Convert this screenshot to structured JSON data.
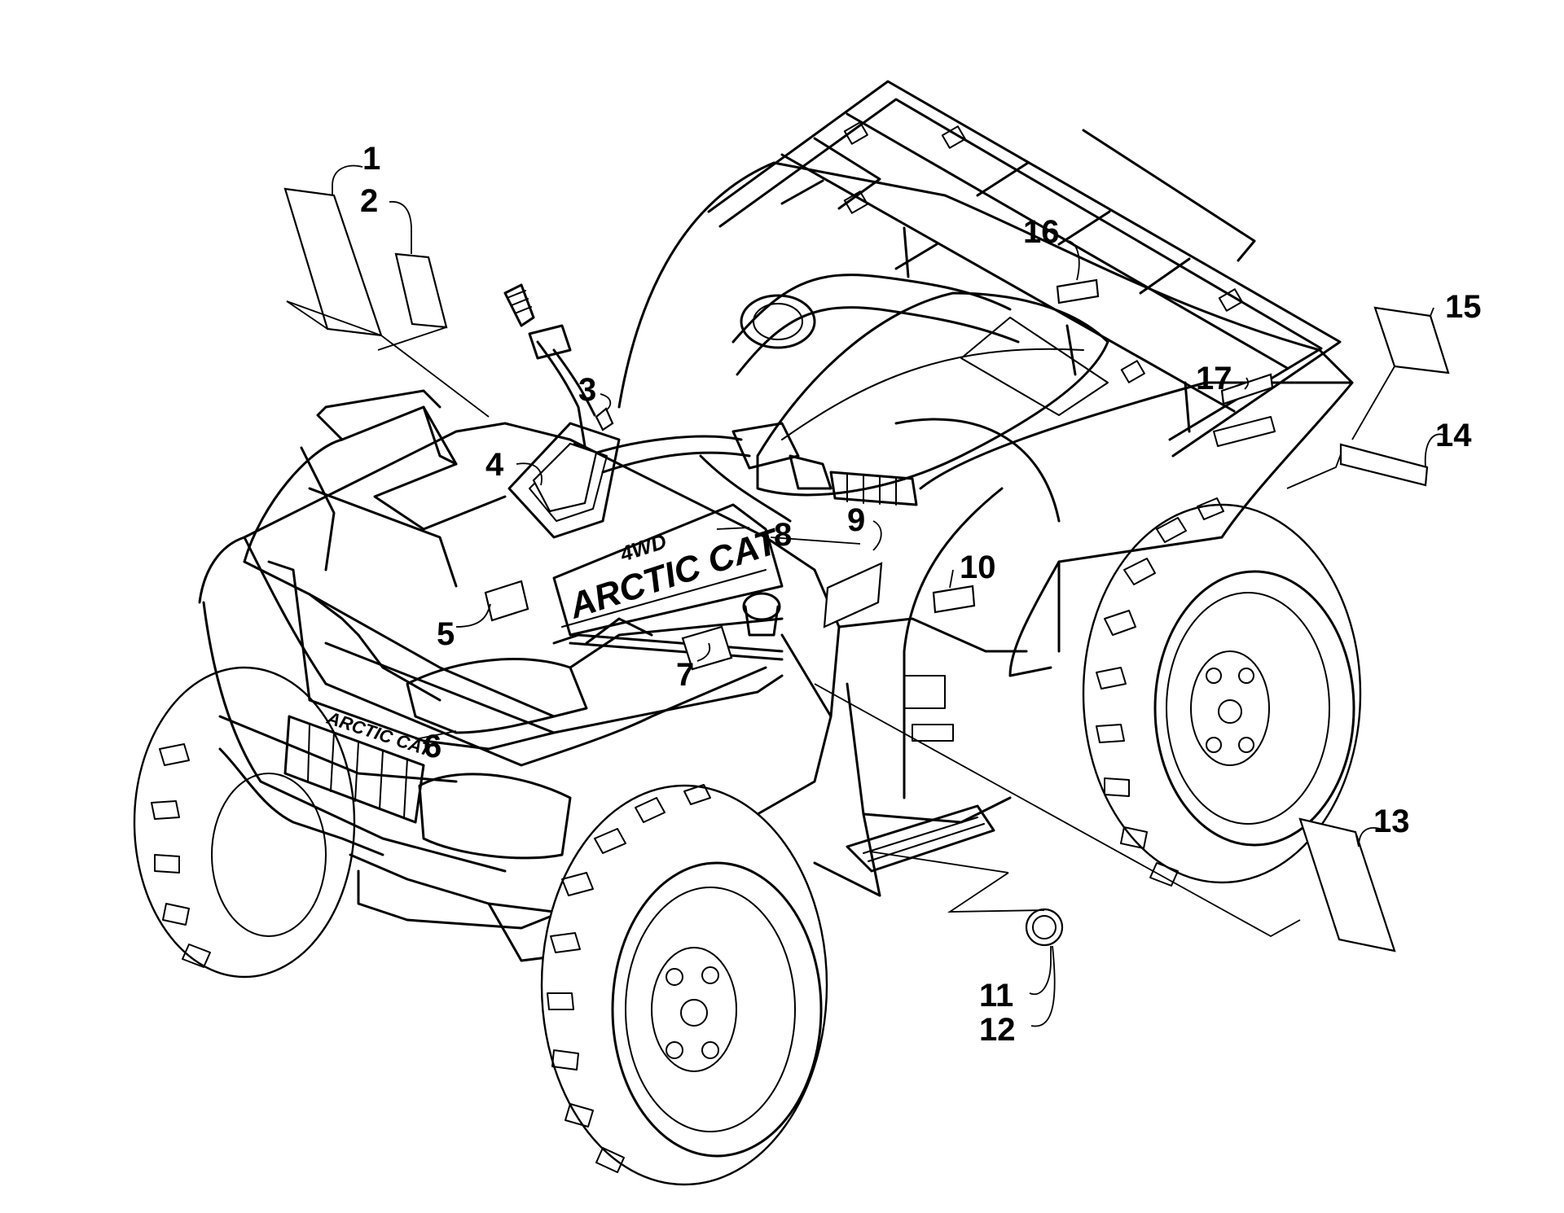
{
  "diagram": {
    "callouts": [
      "1",
      "2",
      "3",
      "4",
      "5",
      "6",
      "7",
      "8",
      "9",
      "10",
      "11",
      "12",
      "13",
      "14",
      "15",
      "16",
      "17"
    ],
    "brand_marks": {
      "fuel_tank_logo": "ARCTIC CAT",
      "fuel_tank_badge": "4WD",
      "front_grille_logo": "ARCTIC CAT"
    }
  },
  "colors": {
    "line": "#000000",
    "background": "#ffffff"
  }
}
